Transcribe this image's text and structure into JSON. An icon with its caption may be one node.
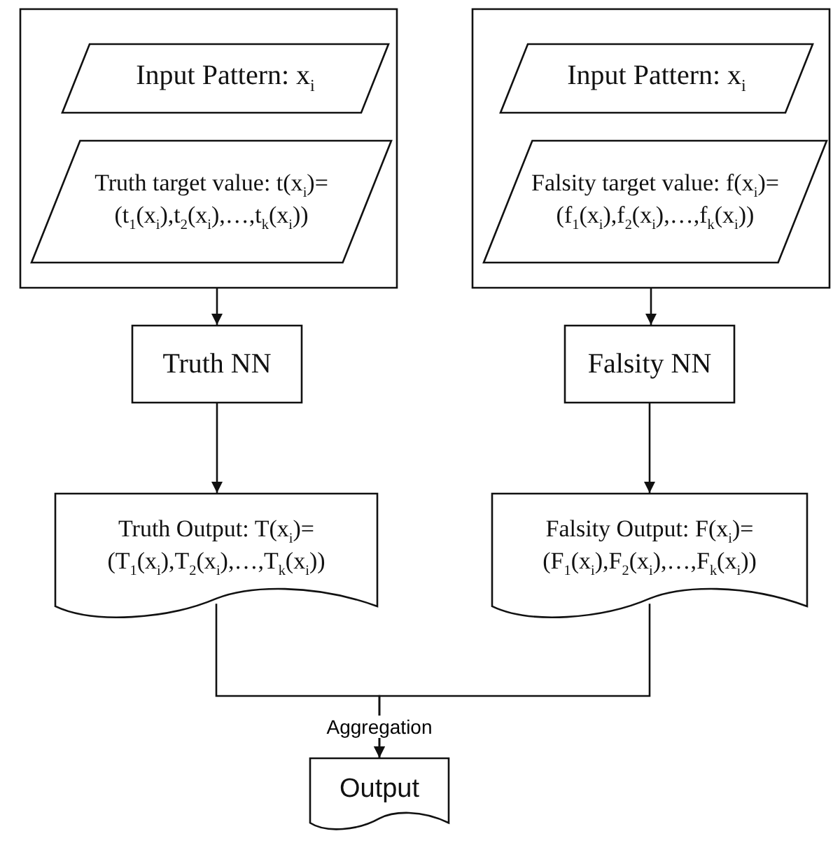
{
  "diagram": {
    "nodes": [
      {
        "text": [],
        "shape": "box"
      },
      {
        "text": [
          "Input Pattern: x$_{i}$"
        ],
        "in": 0
      },
      {
        "text": [
          "Truth target value: t(x$_{i}$)= (t$_{1}$(x$_{i}$),t$_{2}$(x$_{i}$),…,t$_{k}$(x$_{i}$))"
        ],
        "in": 0
      },
      {
        "text": [],
        "shape": "box"
      },
      {
        "text": [
          "Input Pattern: x$_{i}$"
        ],
        "in": 3
      },
      {
        "text": [
          "Falsity target value: f(x$_{i}$)= (f$_{1}$(x$_{i}$),f$_{2}$(x$_{i}$),…,f$_{k}$(x$_{i}$))"
        ],
        "in": 3
      },
      {
        "text": [
          "Truth NN"
        ]
      },
      {
        "text": [
          "Falsity NN"
        ]
      },
      {
        "text": [
          "Truth Output: T(x$_{i}$)= (T$_{1}$(x$_{i}$),T$_{2}$(x$_{i}$),…,T$_{k}$(x$_{i}$))"
        ]
      },
      {
        "text": [
          "Falsity Output: F(x$_{i}$)= (F$_{1}$(x$_{i}$),F$_{2}$(x$_{i}$),…,F$_{k}$(x$_{i}$))"
        ]
      },
      {
        "text": [
          "Output"
        ]
      }
    ],
    "edges": [
      {
        "from": 0,
        "to": 6,
        "arrow": "to"
      },
      {
        "from": 3,
        "to": 7,
        "arrow": "to"
      },
      {
        "from": 6,
        "to": 8,
        "arrow": "to"
      },
      {
        "from": 7,
        "to": 9,
        "arrow": "to"
      },
      {
        "from": 8,
        "to": 10,
        "arrow": "to",
        "label": "Aggregation"
      },
      {
        "from": 9,
        "to": 10,
        "arrow": "to"
      }
    ]
  }
}
